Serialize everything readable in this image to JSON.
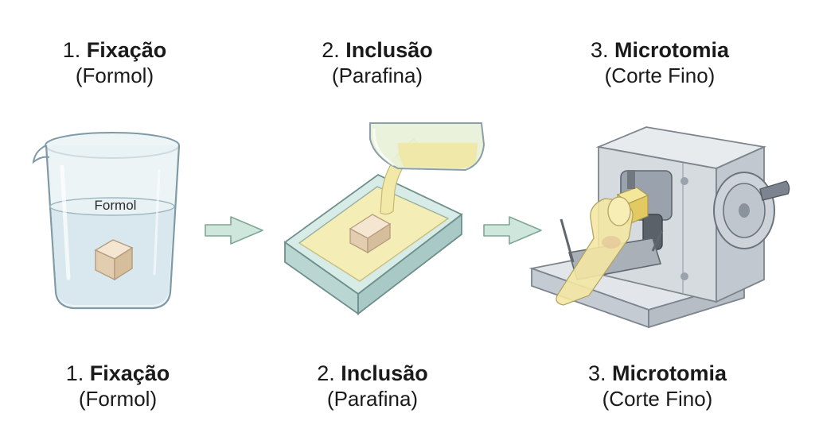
{
  "steps": [
    {
      "number": "1.",
      "name": "Fixação",
      "detail": "(Formol)"
    },
    {
      "number": "2.",
      "name": "Inclusão",
      "detail": "(Parafina)"
    },
    {
      "number": "3.",
      "name": "Microtomia",
      "detail": "(Corte Fino)"
    }
  ],
  "beaker": {
    "liquid_label": "Formol"
  },
  "colors": {
    "arrow": "#cfe6dc",
    "arrow_stroke": "#7fa795",
    "glass": "#e3eef2",
    "paraffin": "#f3ecb4",
    "tissue": "#efdcc3",
    "mold": "#d4e7e2",
    "machine": "#d9dde2"
  },
  "icons": [
    "beaker-icon",
    "tissue-block-icon",
    "arrow-right-icon",
    "mold-icon",
    "pouring-beaker-icon",
    "microtome-icon",
    "handwheel-icon"
  ]
}
